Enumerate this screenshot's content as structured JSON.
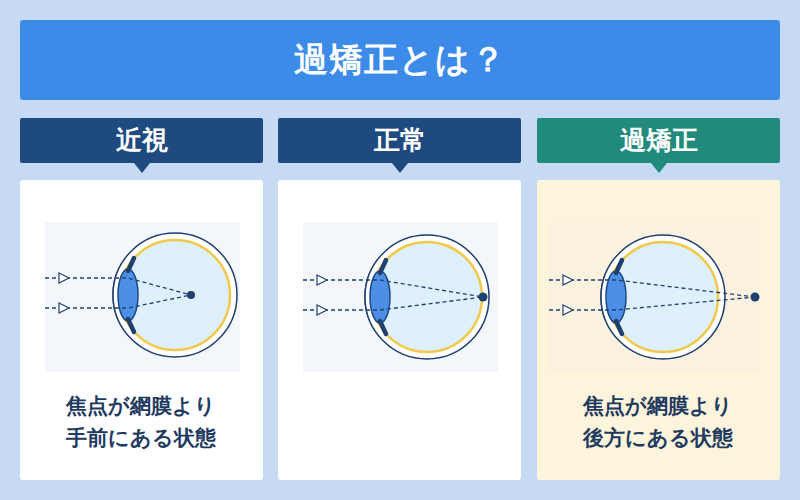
{
  "diagram": {
    "title": "過矯正とは？",
    "nodes": [
      {
        "text": [
          "近視",
          "焦点が網膜より手前にある状態"
        ]
      },
      {
        "text": [
          "正常"
        ]
      },
      {
        "text": [
          "過矯正",
          "焦点が網膜より後方にある状態"
        ]
      }
    ]
  }
}
